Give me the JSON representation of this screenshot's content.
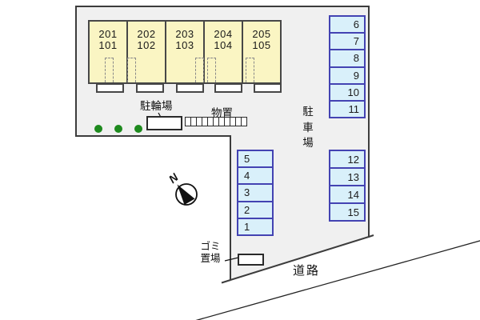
{
  "colors": {
    "site_fill": "#f0f0f0",
    "outline": "#3c3c3c",
    "building_fill": "#faf5c3",
    "parking_fill": "#d9f0fa",
    "parking_border": "#4343b2",
    "tree_green": "#1e8a1e"
  },
  "plan": {
    "building": {
      "units": [
        {
          "upper": "201",
          "lower": "101"
        },
        {
          "upper": "202",
          "lower": "102"
        },
        {
          "upper": "203",
          "lower": "103"
        },
        {
          "upper": "204",
          "lower": "104"
        },
        {
          "upper": "205",
          "lower": "105"
        }
      ]
    },
    "labels": {
      "bicycle_parking": "駐輪場",
      "storage": "物置",
      "car_parking": "駐車場",
      "garbage_line1": "ゴミ",
      "garbage_line2": "置場",
      "road": "道路",
      "north": "N"
    },
    "parking_spaces": {
      "middle_column": [
        "5",
        "4",
        "3",
        "2",
        "1"
      ],
      "right_top_column": [
        "6",
        "7",
        "8",
        "9",
        "10",
        "11"
      ],
      "right_bottom_column": [
        "12",
        "13",
        "14",
        "15"
      ]
    }
  }
}
